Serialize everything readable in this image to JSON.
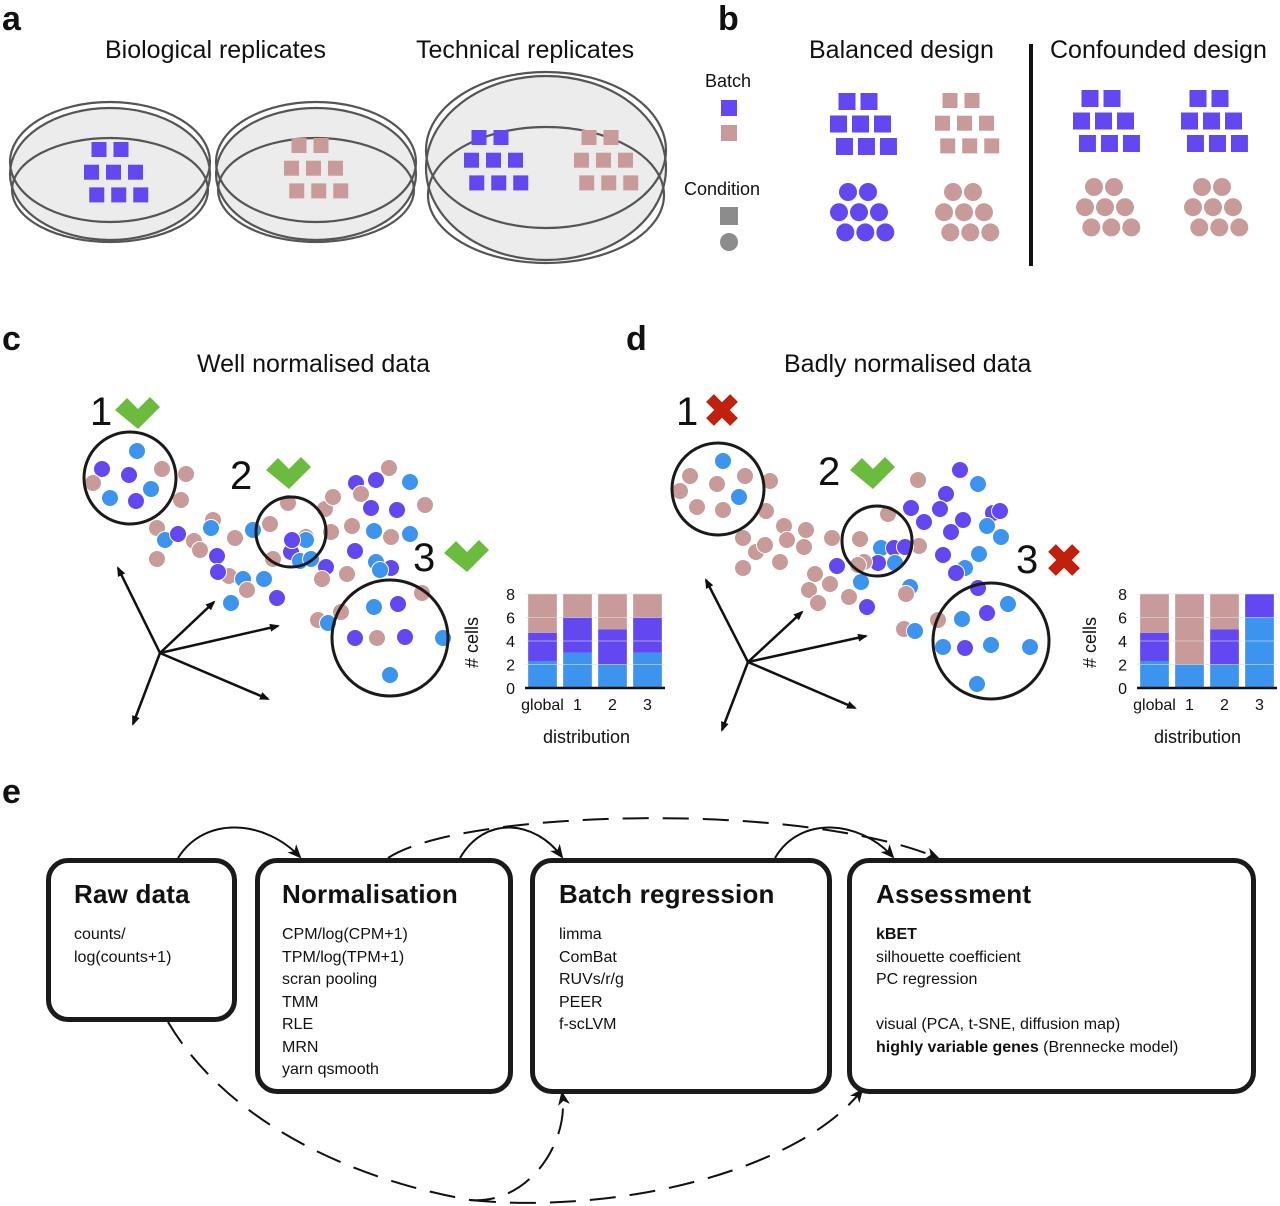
{
  "panels": {
    "a": {
      "letter": "a",
      "bio_title": "Biological replicates",
      "tech_title": "Technical replicates"
    },
    "b": {
      "letter": "b",
      "legend_batch": "Batch",
      "legend_condition": "Condition",
      "balanced_title": "Balanced design",
      "confounded_title": "Confounded design"
    },
    "c": {
      "letter": "c",
      "title": "Well normalised data",
      "regions": [
        {
          "label": "1",
          "status": "check"
        },
        {
          "label": "2",
          "status": "check"
        },
        {
          "label": "3",
          "status": "check"
        }
      ]
    },
    "d": {
      "letter": "d",
      "title": "Badly normalised data",
      "regions": [
        {
          "label": "1",
          "status": "cross"
        },
        {
          "label": "2",
          "status": "check"
        },
        {
          "label": "3",
          "status": "cross"
        }
      ]
    },
    "e": {
      "letter": "e",
      "boxes": [
        {
          "title": "Raw data",
          "items": [
            {
              "text": "counts/"
            },
            {
              "text": "log(counts+1)"
            }
          ]
        },
        {
          "title": "Normalisation",
          "items": [
            {
              "text": "CPM/log(CPM+1)"
            },
            {
              "text": "TPM/log(TPM+1)"
            },
            {
              "text": "scran pooling"
            },
            {
              "text": "TMM"
            },
            {
              "text": "RLE"
            },
            {
              "text": "MRN"
            },
            {
              "text": "yarn qsmooth"
            }
          ]
        },
        {
          "title": "Batch regression",
          "items": [
            {
              "text": "limma"
            },
            {
              "text": "ComBat"
            },
            {
              "text": "RUVs/r/g"
            },
            {
              "text": "PEER"
            },
            {
              "text": "f-scLVM"
            }
          ]
        },
        {
          "title": "Assessment",
          "items": [
            {
              "bold": "kBET",
              "text": ""
            },
            {
              "text": "silhouette coefficient"
            },
            {
              "text": "PC regression"
            },
            {
              "text": ""
            },
            {
              "text": "visual (PCA, t-SNE, diffusion map)"
            },
            {
              "bold": "highly variable genes",
              "text": " (Brennecke model)"
            }
          ]
        }
      ]
    }
  },
  "colors": {
    "batch1": "#6347f0",
    "batch2": "#c99a9a",
    "batch3": "#3d94ef",
    "condition": "#8c8c8c",
    "check": "#6bbb3e",
    "cross": "#c0210f",
    "dish_fill": "#ececec"
  },
  "chart_data": [
    {
      "type": "bar",
      "stacked": true,
      "title": "",
      "panel": "c",
      "categories": [
        "global",
        "1",
        "2",
        "3"
      ],
      "xlabel": "distribution",
      "ylabel": "# cells",
      "ylim": [
        0,
        8
      ],
      "yticks": [
        "0",
        "2",
        "4",
        "6",
        "8"
      ],
      "grid": true,
      "series": [
        {
          "name": "batch blue",
          "color": "#3d94ef",
          "values": [
            2.3,
            3,
            2,
            3
          ]
        },
        {
          "name": "batch purple",
          "color": "#6347f0",
          "values": [
            2.4,
            3,
            3,
            3
          ]
        },
        {
          "name": "batch pink",
          "color": "#c99a9a",
          "values": [
            3.3,
            2,
            3,
            2
          ]
        }
      ]
    },
    {
      "type": "bar",
      "stacked": true,
      "title": "",
      "panel": "d",
      "categories": [
        "global",
        "1",
        "2",
        "3"
      ],
      "xlabel": "distribution",
      "ylabel": "# cells",
      "ylim": [
        0,
        8
      ],
      "yticks": [
        "0",
        "2",
        "4",
        "6",
        "8"
      ],
      "grid": true,
      "series": [
        {
          "name": "batch blue",
          "color": "#3d94ef",
          "values": [
            2.3,
            2,
            2,
            6
          ]
        },
        {
          "name": "batch purple",
          "color": "#6347f0",
          "values": [
            2.4,
            0,
            3,
            2
          ]
        },
        {
          "name": "batch pink",
          "color": "#c99a9a",
          "values": [
            3.3,
            6,
            3,
            0
          ]
        }
      ]
    }
  ]
}
